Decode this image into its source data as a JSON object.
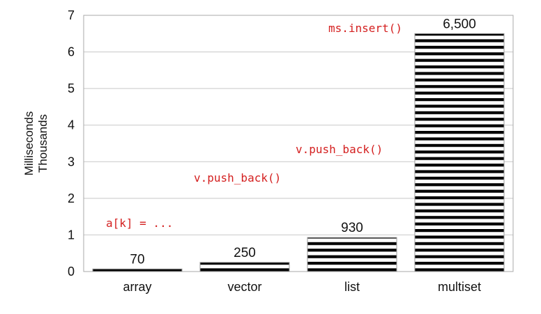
{
  "chart_data": {
    "type": "bar",
    "categories": [
      "array",
      "vector",
      "list",
      "multiset"
    ],
    "values": [
      70,
      250,
      930,
      6500
    ],
    "value_labels": [
      "70",
      "250",
      "930",
      "6,500"
    ],
    "ylabel_line1": "Milliseconds",
    "ylabel_line2": "Thousands",
    "ylim": [
      0,
      7
    ],
    "yticks": [
      0,
      1,
      2,
      3,
      4,
      5,
      6,
      7
    ],
    "grid": true,
    "bar_fill": "horizontal black stripes on white",
    "annotations": [
      "a[k] = ...",
      "v.push_back()",
      "v.push_back()",
      "ms.insert()"
    ],
    "annotation_color": "#d42020"
  }
}
